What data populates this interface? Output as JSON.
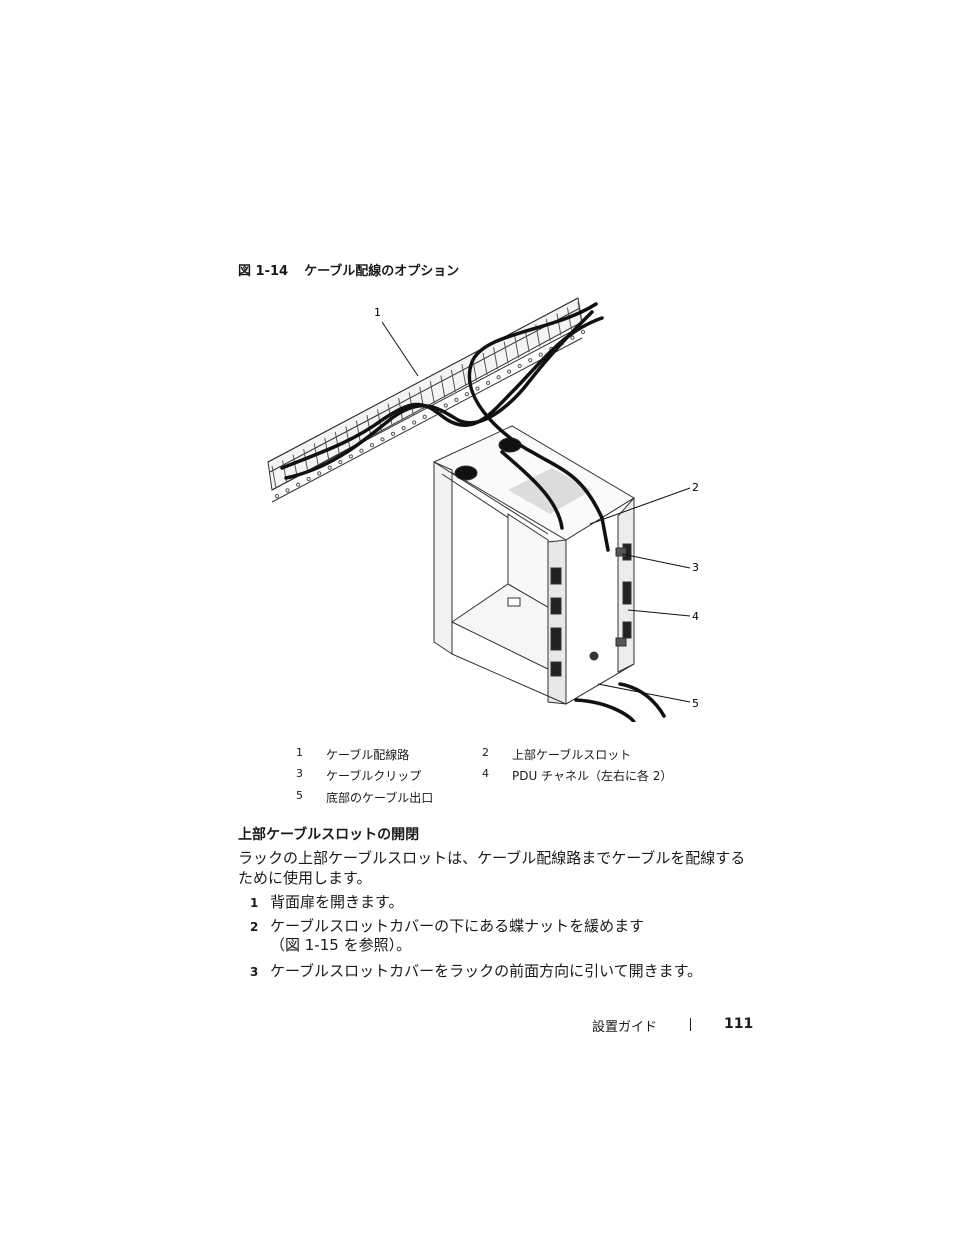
{
  "figure": {
    "number": "図 1-14",
    "title": "ケーブル配線のオプション",
    "callouts": [
      "1",
      "2",
      "3",
      "4",
      "5"
    ]
  },
  "legend": [
    {
      "num": "1",
      "text": "ケーブル配線路"
    },
    {
      "num": "2",
      "text": "上部ケーブルスロット"
    },
    {
      "num": "3",
      "text": "ケーブルクリップ"
    },
    {
      "num": "4",
      "text": "PDU チャネル（左右に各 2）"
    },
    {
      "num": "5",
      "text": "底部のケーブル出口"
    }
  ],
  "section": {
    "heading": "上部ケーブルスロットの開閉",
    "paragraph": "ラックの上部ケーブルスロットは、ケーブル配線路までケーブルを配線するために使用します。",
    "steps": [
      {
        "num": "1",
        "text": "背面扉を開きます。"
      },
      {
        "num": "2",
        "text": "ケーブルスロットカバーの下にある蝶ナットを緩めます",
        "text2": "（図 1-15 を参照）。"
      },
      {
        "num": "3",
        "text": "ケーブルスロットカバーをラックの前面方向に引いて開きます。"
      }
    ]
  },
  "footer": {
    "title": "設置ガイド",
    "page": "111"
  }
}
